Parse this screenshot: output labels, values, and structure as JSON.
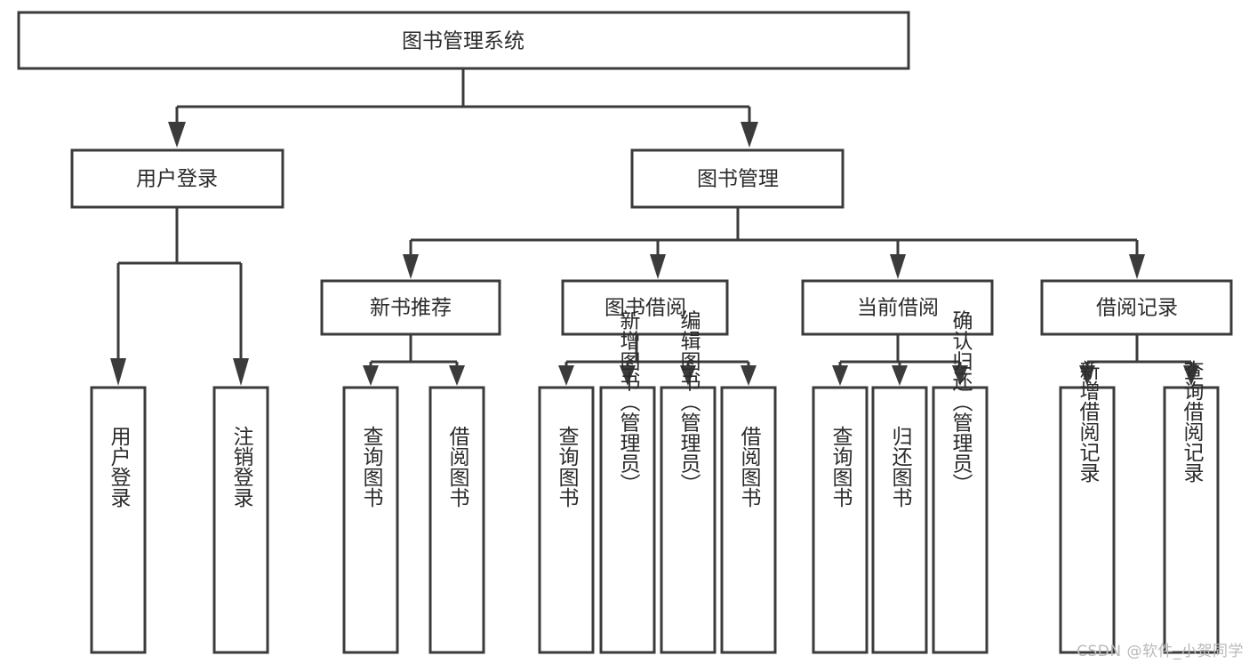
{
  "diagram": {
    "type": "tree",
    "title": "图书管理系统",
    "orientation": "top-down",
    "colors": {
      "background": "#ffffff",
      "box_fill": "#ffffff",
      "box_stroke": "#3b3b3b",
      "text": "#2b2b2b",
      "watermark": "#b9b9b9"
    },
    "root": {
      "label": "图书管理系统"
    },
    "level2": [
      {
        "label": "用户登录"
      },
      {
        "label": "图书管理"
      }
    ],
    "level3": [
      {
        "label": "新书推荐"
      },
      {
        "label": "图书借阅"
      },
      {
        "label": "当前借阅"
      },
      {
        "label": "借阅记录"
      }
    ],
    "leaves": {
      "user_login": [
        {
          "label": "用户登录"
        },
        {
          "label": "注销登录"
        }
      ],
      "new_book": [
        {
          "label": "查询图书"
        },
        {
          "label": "借阅图书"
        }
      ],
      "book_borrow": [
        {
          "label": "查询图书"
        },
        {
          "label": "新增图书（管理员）"
        },
        {
          "label": "编辑图书（管理员）"
        },
        {
          "label": "借阅图书"
        }
      ],
      "current_borrow": [
        {
          "label": "查询图书"
        },
        {
          "label": "归还图书"
        },
        {
          "label": "确认归还（管理员）"
        }
      ],
      "borrow_record": [
        {
          "label": "新增借阅记录"
        },
        {
          "label": "查询借阅记录"
        }
      ]
    }
  },
  "watermark": {
    "text": "CSDN @软件_小贺同学"
  }
}
